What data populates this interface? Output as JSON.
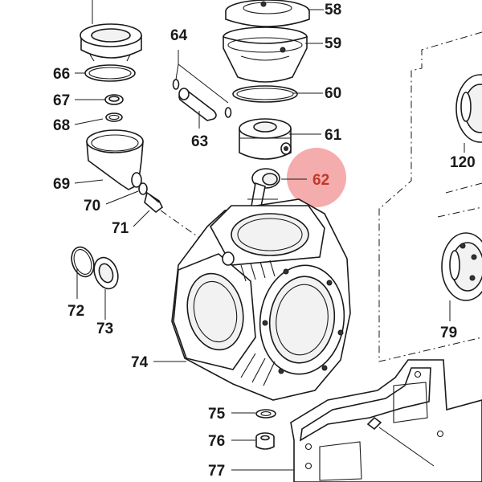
{
  "diagram": {
    "highlight_color": "#f08080",
    "highlighted_part": "62",
    "labels": {
      "p58": "58",
      "p59": "59",
      "p60": "60",
      "p61": "61",
      "p62": "62",
      "p63": "63",
      "p64": "64",
      "p66": "66",
      "p67": "67",
      "p68": "68",
      "p69": "69",
      "p70": "70",
      "p71": "71",
      "p72": "72",
      "p73": "73",
      "p74": "74",
      "p75": "75",
      "p76": "76",
      "p77": "77",
      "p79": "79",
      "p120": "120"
    }
  }
}
